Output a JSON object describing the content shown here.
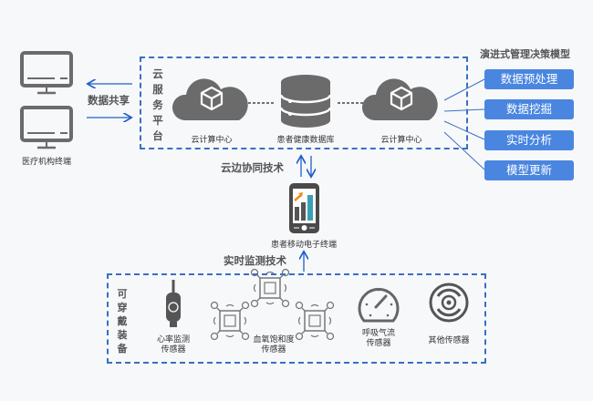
{
  "left": {
    "terminal_label": "医疗机构终端",
    "share_label": "数据共享"
  },
  "cloud": {
    "platform_label": "云服务平台",
    "node1_label": "云计算中心",
    "db_label": "患者健康数据库",
    "node2_label": "云计算中心"
  },
  "decision": {
    "title": "演进式管理决策模型",
    "items": [
      {
        "label": "数据预处理"
      },
      {
        "label": "数据挖掘"
      },
      {
        "label": "实时分析"
      },
      {
        "label": "模型更新"
      }
    ]
  },
  "edge": {
    "tech_label": "云边协同技术",
    "phone_label": "患者移动电子终端",
    "monitor_label": "实时监测技术"
  },
  "wearable": {
    "group_label": "可穿戴装备",
    "heart_label": [
      "心率监测",
      "传感器"
    ],
    "spo2_label": [
      "血氧饱和度",
      "传感器"
    ],
    "breath_label": [
      "呼吸气流",
      "传感器"
    ],
    "other_label": "其他传感器"
  },
  "colors": {
    "accent": "#4a86e0",
    "dash": "#3a6fc4",
    "icon": "#6b6b6b",
    "arrow": "#1f5fc8"
  }
}
